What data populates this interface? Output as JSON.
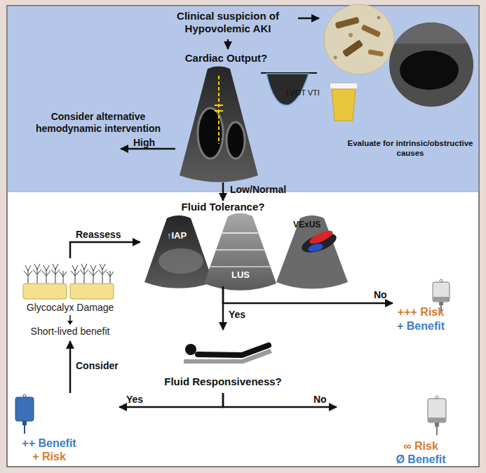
{
  "diagram": {
    "nodes": [
      {
        "text": [
          "Clinical suspicion of Hypovolemic AKI"
        ]
      },
      {
        "text": [
          "Cardiac Output?"
        ]
      },
      {
        "text": [
          "Evaluate for intrinsic/obstructive causes"
        ]
      },
      {
        "text": [
          "Consider alternative hemodynamic intervention"
        ]
      },
      {
        "text": [
          "Fluid Tolerance?"
        ]
      },
      {
        "text": [
          "+++ Risk",
          "+ Benefit"
        ]
      },
      {
        "text": [
          "Fluid Responsiveness?"
        ]
      },
      {
        "text": [
          "++ Benefit",
          "+ Risk"
        ]
      },
      {
        "text": [
          "∞ Risk",
          "Ø Benefit"
        ]
      },
      {
        "text": [
          "Glycocalyx Damage",
          "Short-lived benefit"
        ]
      }
    ],
    "edges": [
      {
        "from": 0,
        "to": 1,
        "arrow": "to"
      },
      {
        "from": 0,
        "to": 2,
        "arrow": "to"
      },
      {
        "from": 1,
        "to": 3,
        "label": "High",
        "arrow": "to"
      },
      {
        "from": 1,
        "to": 4,
        "label": "Low/Normal",
        "arrow": "to"
      },
      {
        "from": 4,
        "to": 5,
        "label": "No",
        "arrow": "to"
      },
      {
        "from": 4,
        "to": 6,
        "label": "Yes",
        "arrow": "to"
      },
      {
        "from": 6,
        "to": 7,
        "label": "Yes",
        "arrow": "to"
      },
      {
        "from": 6,
        "to": 8,
        "label": "No",
        "arrow": "to"
      },
      {
        "from": 7,
        "to": 9,
        "label": "Consider",
        "arrow": "to"
      },
      {
        "from": 9,
        "to": 4,
        "label": "Reassess",
        "arrow": "to"
      }
    ],
    "labels": [
      "LVOT VTI",
      "↑IAP",
      "LUS",
      "VExUS"
    ]
  }
}
